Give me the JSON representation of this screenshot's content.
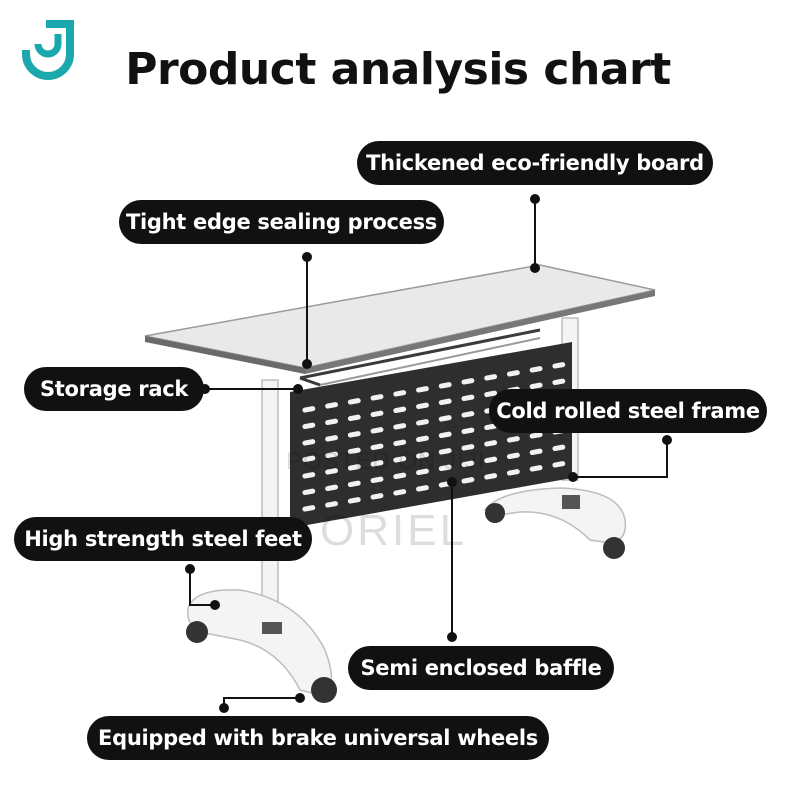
{
  "title": "Product analysis chart",
  "logo": {
    "icon": "brand-logo-icon",
    "color": "#1aa8ad"
  },
  "callouts": [
    {
      "id": "board",
      "label": "Thickened eco-friendly board"
    },
    {
      "id": "edge",
      "label": "Tight edge sealing process"
    },
    {
      "id": "rack",
      "label": "Storage rack"
    },
    {
      "id": "frame",
      "label": "Cold rolled steel frame"
    },
    {
      "id": "feet",
      "label": "High strength steel feet"
    },
    {
      "id": "baffle",
      "label": "Semi enclosed baffle"
    },
    {
      "id": "wheels",
      "label": "Equipped with brake universal wheels"
    }
  ],
  "watermark": {
    "line1": "POSTED ON JIJI",
    "line2": "ORIEL"
  },
  "colors": {
    "pill": "#111111",
    "pill_text": "#ffffff",
    "table_top": "#e8e8e8",
    "frame": "#f4f4f4",
    "baffle": "#2e2e2e"
  }
}
